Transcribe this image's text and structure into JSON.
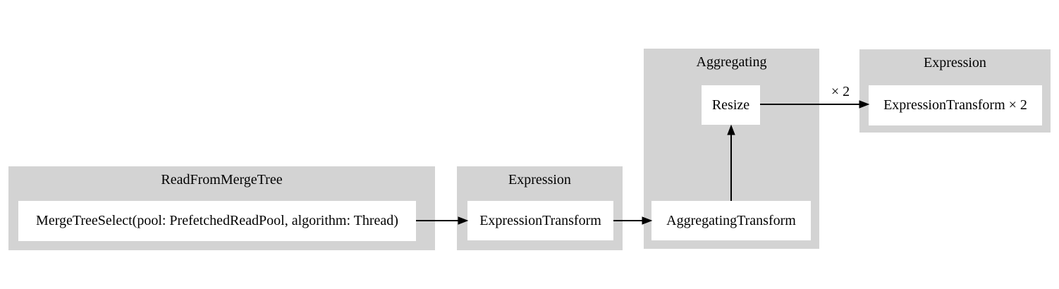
{
  "colors": {
    "canvas_bg": "#ffffff",
    "cluster_bg": "#d3d3d3",
    "node_bg": "#ffffff",
    "edge": "#000000",
    "text": "#000000"
  },
  "clusters": {
    "read_from_merge_tree": {
      "title": "ReadFromMergeTree"
    },
    "expression_1": {
      "title": "Expression"
    },
    "aggregating": {
      "title": "Aggregating"
    },
    "expression_2": {
      "title": "Expression"
    }
  },
  "nodes": {
    "merge_tree_select": {
      "label": "MergeTreeSelect(pool: PrefetchedReadPool, algorithm: Thread)"
    },
    "expression_transform_1": {
      "label": "ExpressionTransform"
    },
    "aggregating_transform": {
      "label": "AggregatingTransform"
    },
    "resize": {
      "label": "Resize"
    },
    "expression_transform_2": {
      "label": "ExpressionTransform × 2"
    }
  },
  "edges": {
    "resize_to_expression_2": {
      "label": "× 2"
    }
  }
}
